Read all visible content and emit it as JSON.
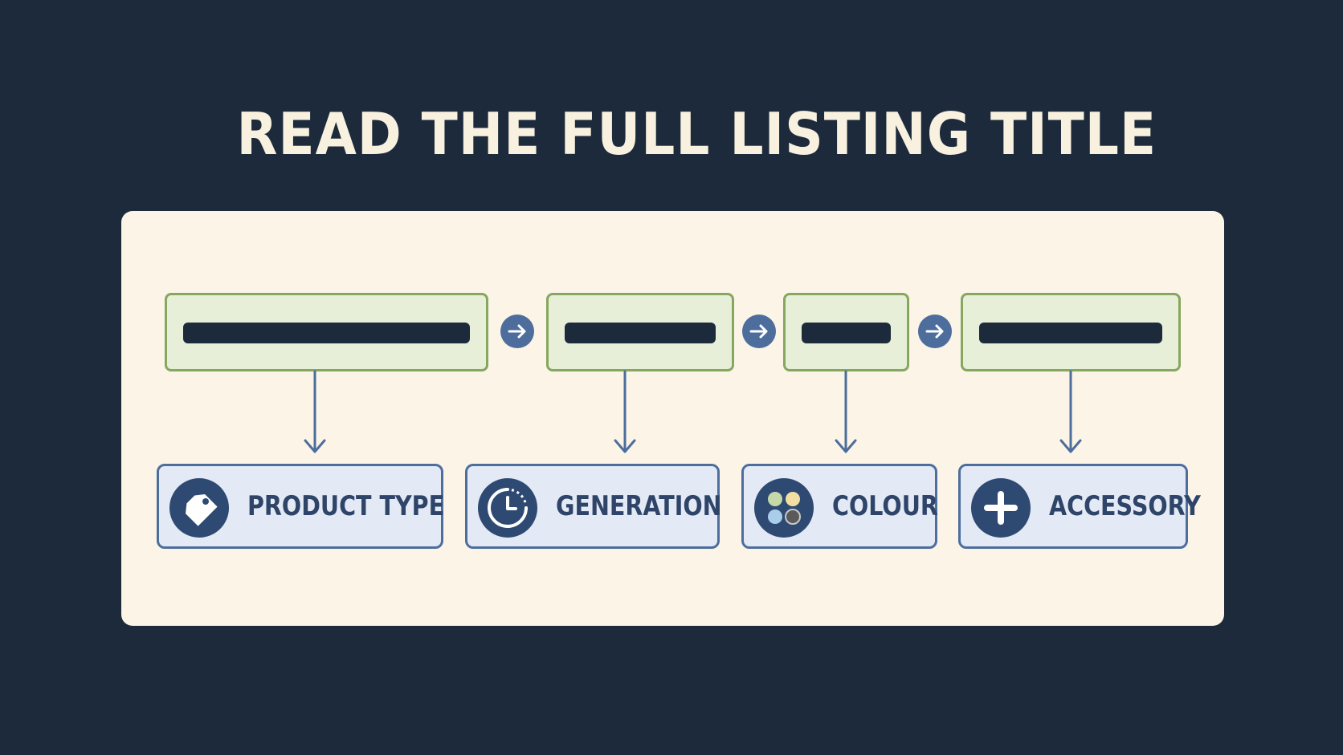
{
  "title": "READ THE FULL LISTING TITLE",
  "colors": {
    "background": "#1d2a3b",
    "panel": "#fbf4e7",
    "segment_fill": "#e8efd8",
    "segment_border": "#86a760",
    "accent_blue": "#4d6e9d",
    "label_text": "#2e4468"
  },
  "title_segments": [
    {
      "name": "segment-1"
    },
    {
      "name": "segment-2"
    },
    {
      "name": "segment-3"
    },
    {
      "name": "segment-4"
    }
  ],
  "categories": [
    {
      "label": "PRODUCT TYPE",
      "icon": "price-tag-icon"
    },
    {
      "label": "GENERATION",
      "icon": "clock-icon"
    },
    {
      "label": "COLOUR",
      "icon": "colour-swatch-icon"
    },
    {
      "label": "ACCESSORY",
      "icon": "plus-icon"
    }
  ]
}
